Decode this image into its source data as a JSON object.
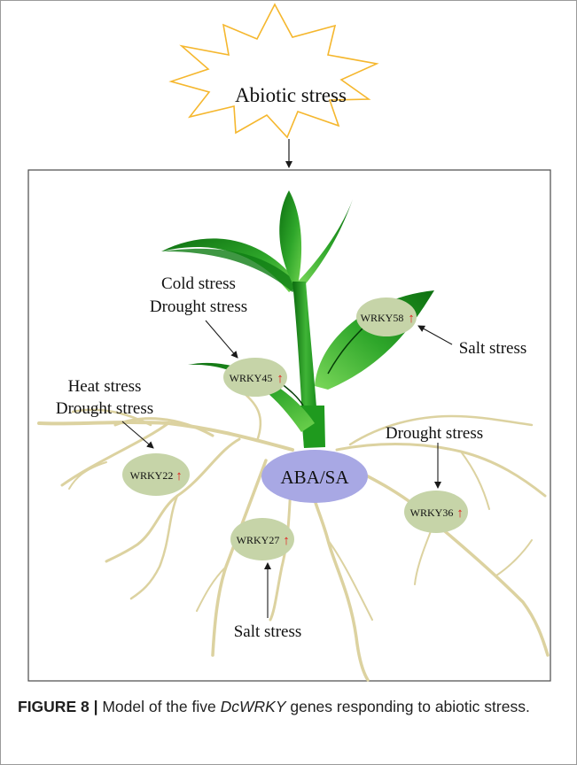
{
  "figure": {
    "top_label": "Abiotic stress",
    "center_label": "ABA/SA",
    "genes": [
      {
        "id": "wrky58",
        "name": "WRKY58",
        "arrow": "↑"
      },
      {
        "id": "wrky45",
        "name": "WRKY45",
        "arrow": "↑"
      },
      {
        "id": "wrky22",
        "name": "WRKY22",
        "arrow": "↑"
      },
      {
        "id": "wrky27",
        "name": "WRKY27",
        "arrow": "↑"
      },
      {
        "id": "wrky36",
        "name": "WRKY36",
        "arrow": "↑"
      }
    ],
    "stress_labels": {
      "cold": "Cold stress",
      "drought_leaf": "Drought stress",
      "heat": "Heat stress",
      "drought_root_left": "Drought stress",
      "salt_leaf": "Salt stress",
      "drought_root_right": "Drought stress",
      "salt_root": "Salt stress"
    },
    "colors": {
      "starburst_stroke": "#f5b72e",
      "ellipse_fill": "#c6d4a8",
      "center_fill": "#a8a8e4",
      "root": "#dcd2a0",
      "leaf_dark": "#0e7a12",
      "leaf_light": "#56c040",
      "up_arrow": "#e31818"
    }
  },
  "caption": {
    "figure_label": "FIGURE 8 |",
    "text_before": " Model of the five ",
    "gene_family": "DcWRKY",
    "text_after": " genes responding to abiotic stress."
  }
}
